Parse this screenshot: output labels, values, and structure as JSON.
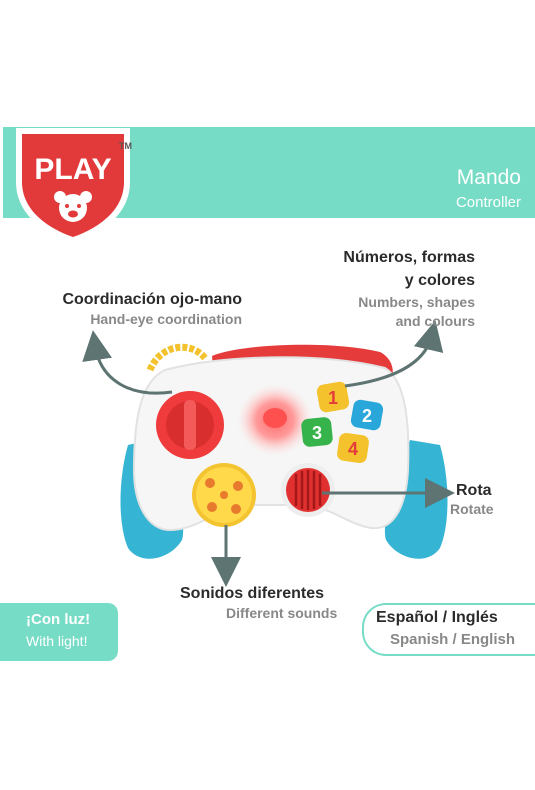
{
  "brand": {
    "logo_text": "PLAY",
    "trademark": "TM"
  },
  "header": {
    "title": "Mando",
    "subtitle": "Controller"
  },
  "features": {
    "shapes": {
      "title_line1": "Números, formas",
      "title_line2": "y colores",
      "sub_line1": "Numbers, shapes",
      "sub_line2": "and colours"
    },
    "coordination": {
      "title": "Coordinación ojo-mano",
      "sub": "Hand-eye coordination"
    },
    "rotate": {
      "title": "Rota",
      "sub": "Rotate"
    },
    "sounds": {
      "title": "Sonidos diferentes",
      "sub": "Different sounds"
    }
  },
  "light_badge": {
    "title": "¡Con luz!",
    "sub": "With light!"
  },
  "language_badge": {
    "title": "Español / Inglés",
    "sub": "Spanish / English"
  },
  "controller_buttons": [
    "1",
    "2",
    "3",
    "4"
  ],
  "colors": {
    "mint": "#77dcc6",
    "brand_red": "#e23a3a",
    "arrow": "#5d7472"
  }
}
